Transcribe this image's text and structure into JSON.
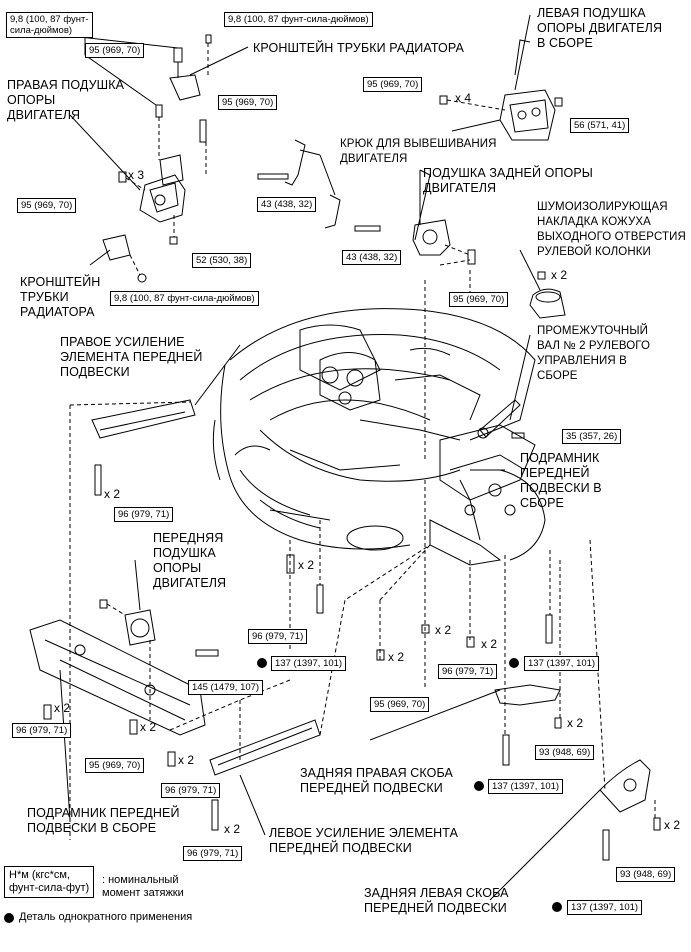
{
  "labels": {
    "radiator_bracket_top": "КРОНШТЕЙН ТРУБКИ РАДИАТОРА",
    "right_mount": "ПРАВАЯ ПОДУШКА\nОПОРЫ\nДВИГАТЕЛЯ",
    "left_mount": "ЛЕВАЯ ПОДУШКА\nОПОРЫ ДВИГАТЕЛЯ\nВ СБОРЕ",
    "hook": "КРЮК ДЛЯ ВЫВЕШИВАНИЯ\nДВИГАТЕЛЯ",
    "rear_mount": "ПОДУШКА ЗАДНЕЙ ОПОРЫ\nДВИГАТЕЛЯ",
    "noise_cover": "ШУМОИЗОЛИРУЮЩАЯ\nНАКЛАДКА КОЖУХА\nВЫХОДНОГО ОТВЕРСТИЯ\nРУЛЕВОЙ КОЛОНКИ",
    "radiator_bracket_bottom": "КРОНШТЕЙН\nТРУБКИ\nРАДИАТОРА",
    "right_reinforcement": "ПРАВОЕ УСИЛЕНИЕ\nЭЛЕМЕНТА ПЕРЕДНЕЙ\nПОДВЕСКИ",
    "intermediate_shaft": "ПРОМЕЖУТОЧНЫЙ\nВАЛ № 2 РУЛЕВОГО\nУПРАВЛЕНИЯ В\nСБОРЕ",
    "subframe_right": "ПОДРАМНИК\nПЕРЕДНЕЙ\nПОДВЕСКИ В\nСБОРЕ",
    "front_mount": "ПЕРЕДНЯЯ\nПОДУШКА\nОПОРЫ\nДВИГАТЕЛЯ",
    "rear_right_brace": "ЗАДНЯЯ ПРАВАЯ СКОБА\nПЕРЕДНЕЙ ПОДВЕСКИ",
    "subframe_left": "ПОДРАМНИК ПЕРЕДНЕЙ\nПОДВЕСКИ В СБОРЕ",
    "left_reinforcement": "ЛЕВОЕ УСИЛЕНИЕ ЭЛЕМЕНТА\nПЕРЕДНЕЙ ПОДВЕСКИ",
    "rear_left_brace": "ЗАДНЯЯ ЛЕВАЯ СКОБА\nПЕРЕДНЕЙ ПОДВЕСКИ"
  },
  "torque": {
    "t1": "9,8 (100, 87 фунт-\nсила-дюймов)",
    "t2": "9,8 (100, 87 фунт-сила-дюймов)",
    "t3": "95 (969, 70)",
    "t4": "95 (969, 70)",
    "t5": "95 (969, 70)",
    "t6": "52 (530, 38)",
    "t7": "9,8 (100, 87 фунт-сила-дюймов)",
    "t8": "95 (969, 70)",
    "t9": "56 (571, 41)",
    "t10": "43 (438, 32)",
    "t11": "43 (438, 32)",
    "t12": "95 (969, 70)",
    "t13": "35 (357, 26)",
    "t14": "96 (979, 71)",
    "t15": "96 (979, 71)",
    "t16": "137 (1397, 101)",
    "t17": "145 (1479, 107)",
    "t18": "96 (979, 71)",
    "t19": "95 (969, 70)",
    "t20": "96 (979, 71)",
    "t21": "96 (979, 71)",
    "t22": "96 (979, 71)",
    "t23": "95 (969, 70)",
    "t24": "137 (1397, 101)",
    "t25": "93 (948, 69)",
    "t26": "137 (1397, 101)",
    "t27": "93 (948, 69)",
    "t28": "137 (1397, 101)"
  },
  "multipliers": {
    "m_x3": "x 3",
    "m_x4": "x 4",
    "m_x2_cover": "x 2",
    "m_x2_a": "x 2",
    "m_x2_b": "x 2",
    "m_x2_c": "x 2",
    "m_x2_d": "x 2",
    "m_x2_e": "x 2",
    "m_x2_f": "x 2",
    "m_x2_g": "x 2",
    "m_x2_h": "x 2",
    "m_x2_i": "x 2",
    "m_x2_j": "x 2",
    "m_x2_k": "x 2"
  },
  "legend": {
    "units_box": "Н*м (кгс*см,\nфунт-сила-фут)",
    "units_desc": ": номинальный\nмомент затяжки",
    "single_use": "Деталь однократного применения"
  },
  "colors": {
    "ink": "#000000",
    "paper": "#ffffff"
  }
}
